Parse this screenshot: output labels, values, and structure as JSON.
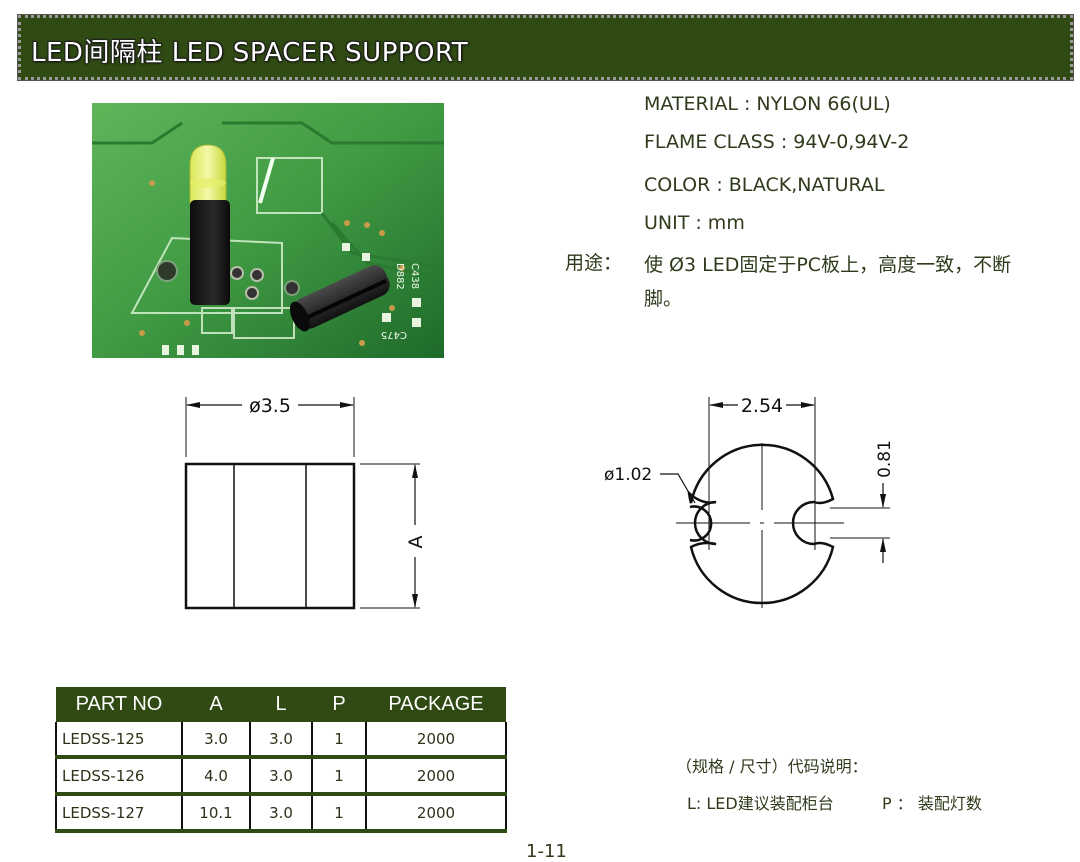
{
  "header": {
    "title": "LED间隔柱 LED SPACER SUPPORT"
  },
  "photo": {
    "alt": "LED spacer support on PCB photo"
  },
  "specs": {
    "material": "MATERIAL  : NYLON 66(UL)",
    "flame_class": "FLAME CLASS  : 94V-0,94V-2",
    "color": "COLOR  : BLACK,NATURAL",
    "unit": "UNIT : mm",
    "use_label": "用途：",
    "use_text": "使 Ø3 LED固定于PC板上，高度一致，不断脚。"
  },
  "drawing_side": {
    "diameter_label": "ø3.5",
    "height_label": "A"
  },
  "drawing_top": {
    "pitch_label": "2.54",
    "hole_label": "ø1.02",
    "slot_label": "0.81"
  },
  "table": {
    "headers": [
      "PART NO",
      "A",
      "L",
      "P",
      "PACKAGE"
    ],
    "rows": [
      [
        "LEDSS-125",
        "3.0",
        "3.0",
        "1",
        "2000"
      ],
      [
        "LEDSS-126",
        "4.0",
        "3.0",
        "1",
        "2000"
      ],
      [
        "LEDSS-127",
        "10.1",
        "3.0",
        "1",
        "2000"
      ]
    ]
  },
  "legend": {
    "title": "（规格 / 尺寸）代码说明：",
    "l_desc": "L: LED建议装配柜台",
    "p_desc": "P ： 装配灯数"
  },
  "page_number": "1-11",
  "colors": {
    "banner": "#2f4a12",
    "text": "#2f3b1c"
  }
}
